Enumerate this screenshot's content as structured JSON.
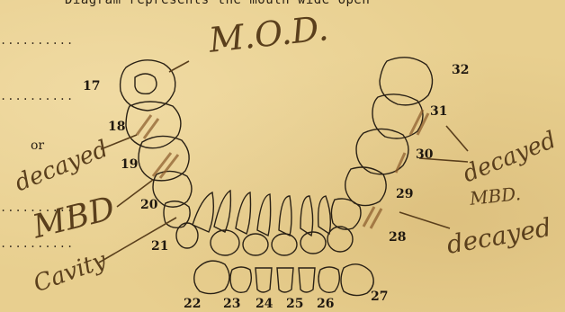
{
  "header": {
    "caption": "Diagram represents the mouth wide open"
  },
  "form": {
    "dotted_line": "..........",
    "or_label": "or"
  },
  "teeth": {
    "upper_left": [
      "17",
      "18",
      "19",
      "20",
      "21"
    ],
    "upper_right": [
      "32",
      "31",
      "30",
      "29",
      "28"
    ],
    "lower_front": [
      "22",
      "23",
      "24",
      "25",
      "26",
      "27"
    ]
  },
  "annotations": {
    "mod_top": "M.O.D.",
    "decayed_left": "decayed",
    "mbd_left": "MBD",
    "cavity_left": "Cavity",
    "decayed_right_top": "decayed",
    "mbd_right": "MBD.",
    "decayed_right_bottom": "decayed"
  },
  "colors": {
    "paper": "#e8cf8f",
    "ink": "#1f1810",
    "pencil": "#5a3f1c"
  }
}
